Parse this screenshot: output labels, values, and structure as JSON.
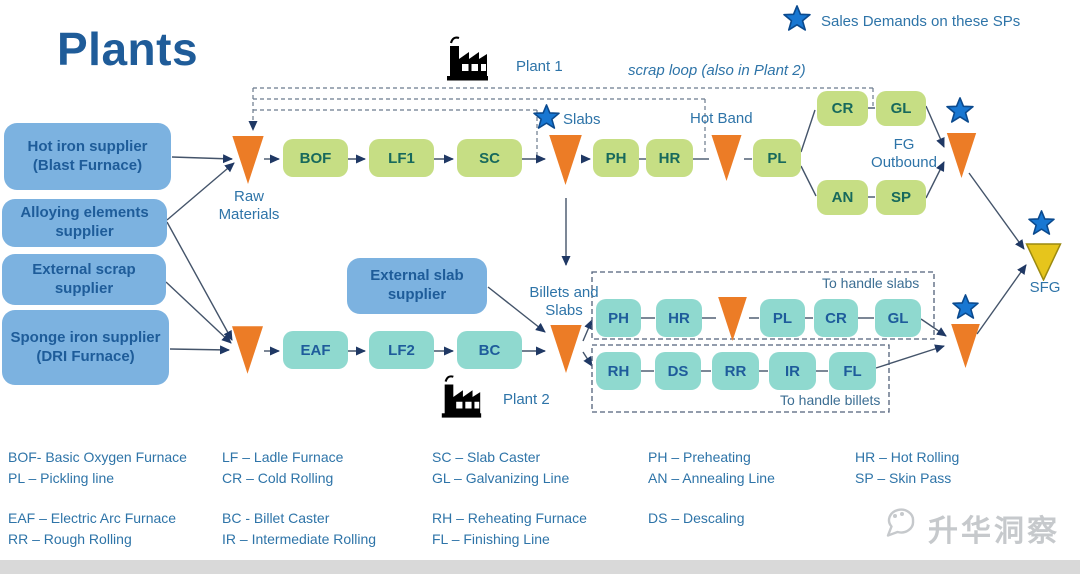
{
  "title": "Plants",
  "sales_note": "Sales Demands on these SPs",
  "plant1": {
    "name": "Plant 1",
    "scrap_loop": "scrap loop (also in Plant 2)",
    "raw_materials": "Raw Materials",
    "slabs": "Slabs",
    "hot_band": "Hot Band",
    "fg_outbound": "FG Outbound",
    "boxes": {
      "bof": "BOF",
      "lf1": "LF1",
      "sc": "SC",
      "ph": "PH",
      "hr": "HR",
      "pl": "PL",
      "cr": "CR",
      "gl": "GL",
      "an": "AN",
      "sp": "SP"
    }
  },
  "plant2": {
    "name": "Plant 2",
    "billets_and_slabs": "Billets and Slabs",
    "to_handle_slabs": "To handle slabs",
    "to_handle_billets": "To handle billets",
    "boxes": {
      "eaf": "EAF",
      "lf2": "LF2",
      "bc": "BC",
      "ph": "PH",
      "hr": "HR",
      "pl": "PL",
      "cr": "CR",
      "gl": "GL",
      "rh": "RH",
      "ds": "DS",
      "rr": "RR",
      "ir": "IR",
      "fl": "FL"
    }
  },
  "suppliers": {
    "hot_iron": "Hot iron supplier (Blast Furnace)",
    "alloying": "Alloying elements supplier",
    "external_scrap": "External scrap supplier",
    "sponge_iron": "Sponge iron supplier (DRI Furnace)",
    "external_slab": "External slab supplier"
  },
  "sfg": "SFG",
  "legend": {
    "columns": [
      [
        "BOF- Basic Oxygen Furnace",
        "PL – Pickling line",
        "EAF – Electric Arc Furnace",
        "RR – Rough Rolling"
      ],
      [
        "LF – Ladle Furnace",
        "CR – Cold Rolling",
        "BC - Billet Caster",
        "IR – Intermediate Rolling"
      ],
      [
        "SC – Slab Caster",
        "GL – Galvanizing Line",
        "RH – Reheating Furnace",
        "FL – Finishing Line"
      ],
      [
        "PH – Preheating",
        "AN – Annealing Line",
        "DS – Descaling"
      ],
      [
        "HR – Hot Rolling",
        "SP – Skin Pass"
      ]
    ]
  },
  "watermark": "升华洞察",
  "icons": {
    "star": "sales-demand-star-icon",
    "factory": "factory-icon",
    "inventory_triangle": "inventory-triangle-icon",
    "sfg_triangle": "sfg-triangle-icon",
    "watermark_bubble": "chat-bubble-icon"
  },
  "colors": {
    "title": "#1F5C99",
    "plant1_box": "#C6DE84",
    "plant1_text": "#17695C",
    "plant2_box": "#8FD9CF",
    "plant2_text": "#1E5C9B",
    "supplier_box": "#7CB2E0",
    "supplier_text": "#1E5C99",
    "inventory_triangle": "#EC7C26",
    "sfg_triangle": "#E6C51C",
    "star": "#1877D2",
    "line": "#44546A",
    "label_text": "#2E74A8",
    "bottom_bar": "#D9D9D9"
  }
}
